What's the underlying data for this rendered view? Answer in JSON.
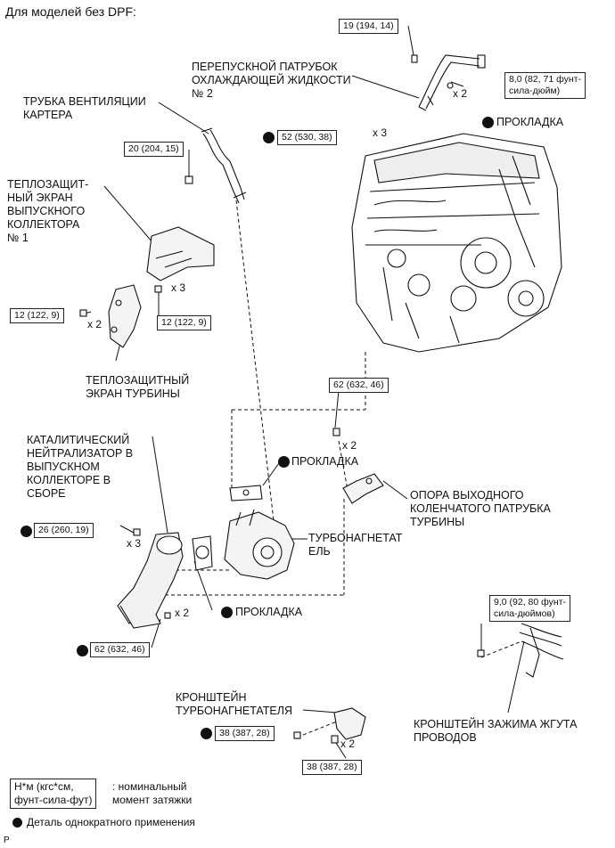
{
  "header": "Для моделей без DPF:",
  "labels": {
    "bypass_pipe": "ПЕРЕПУСКНОЙ ПАТРУБОК\nОХЛАЖДАЮЩЕЙ ЖИДКОСТИ\n№ 2",
    "vent_tube": "ТРУБКА ВЕНТИЛЯЦИИ\nКАРТЕРА",
    "heat_shield1": "ТЕПЛОЗАЩИТ-\nНЫЙ ЭКРАН\nВЫПУСКНОГО\nКОЛЛЕКТОРА\n№ 1",
    "turbo_shield": "ТЕПЛОЗАЩИТНЫЙ\nЭКРАН ТУРБИНЫ",
    "catalyst": "КАТАЛИТИЧЕСКИЙ\nНЕЙТРАЛИЗАТОР В\nВЫПУСКНОМ\nКОЛЛЕКТОРЕ В\nСБОРЕ",
    "support": "ОПОРА ВЫХОДНОГО\nКОЛЕНЧАТОГО ПАТРУБКА\nТУРБИНЫ",
    "turbo": "ТУРБОНАГНЕТАТ\nЕЛЬ",
    "turbo_bracket": "КРОНШТЕЙН\nТУРБОНАГНЕТАТЕЛЯ",
    "harness_bracket": "КРОНШТЕЙН ЗАЖИМА ЖГУТА\nПРОВОДОВ",
    "gasket_top": "ПРОКЛАДКА",
    "gasket_mid": "ПРОКЛАДКА",
    "gasket_bottom": "ПРОКЛАДКА"
  },
  "torques": {
    "t19": "19 (194, 14)",
    "t8": "8,0 (82, 71 фунт-\nсила-дюйм)",
    "t52": "52 (530, 38)",
    "t20": "20 (204, 15)",
    "t12a": "12 (122, 9)",
    "t12b": "12 (122, 9)",
    "t62a": "62 (632, 46)",
    "t26": "26 (260, 19)",
    "t62b": "62 (632, 46)",
    "t9": "9,0 (92, 80 фунт-\nсила-дюймов)",
    "t38a": "38 (387, 28)",
    "t38b": "38 (387, 28)"
  },
  "multipliers": {
    "m1": "x 2",
    "m2": "x 3",
    "m3": "x 3",
    "m4": "x 2",
    "m5": "x 2",
    "m6": "x 3",
    "m7": "x 2",
    "m8": "x 2"
  },
  "legend": {
    "unit_box": "Н*м (кгс*см,\nфунт-сила-фут)",
    "unit_desc": ": номинальный\nмомент затяжки",
    "single_use": "Деталь однократного применения"
  },
  "footer": "P"
}
